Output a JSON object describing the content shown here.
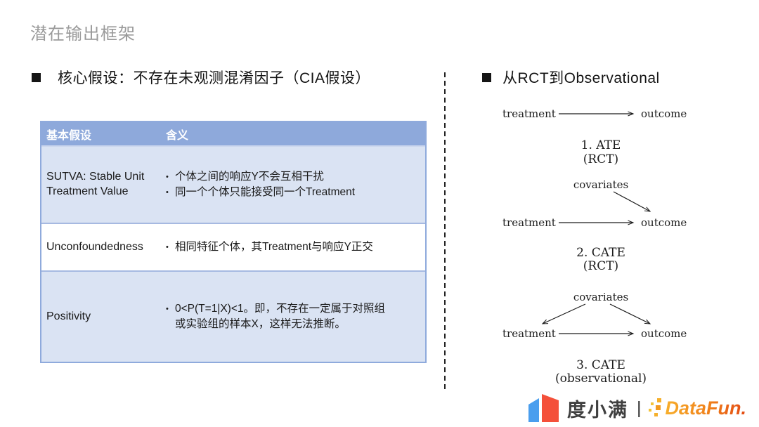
{
  "page": {
    "title": "潜在输出框架"
  },
  "left": {
    "heading": "核心假设：不存在未观测混淆因子（CIA假设）",
    "table": {
      "bullet_char": "•",
      "headers": [
        "基本假设",
        "含义"
      ],
      "rows": [
        {
          "name": "SUTVA: Stable Unit Treatment Value",
          "points": [
            "个体之间的响应Y不会互相干扰",
            "同一个个体只能接受同一个Treatment"
          ]
        },
        {
          "name": "Unconfoundedness",
          "points": [
            "相同特征个体，其Treatment与响应Y正交"
          ]
        },
        {
          "name": "Positivity",
          "points": [
            "0<P(T=1|X)<1。即，不存在一定属于对照组或实验组的样本X，这样无法推断。"
          ]
        }
      ]
    }
  },
  "right": {
    "heading": "从RCT到Observational",
    "diagrams": [
      {
        "from": "treatment",
        "to": "outcome",
        "caption": "1. ATE",
        "setting": "(RCT)"
      },
      {
        "covariates": "covariates",
        "from": "treatment",
        "to": "outcome",
        "caption": "2. CATE",
        "setting": "(RCT)"
      },
      {
        "covariates": "covariates",
        "from": "treatment",
        "to": "outcome",
        "caption": "3. CATE",
        "setting": "(observational)"
      }
    ]
  },
  "footer": {
    "brand_left": "度小满",
    "separator": "|",
    "brand_right": "DataFun."
  },
  "colors": {
    "table_header_blue": "#8ea9db",
    "table_row_light_blue": "#dae3f3",
    "brand_blue": "#4a9eee",
    "brand_red": "#f4503a",
    "datafun_orange": "#f07f1a"
  }
}
